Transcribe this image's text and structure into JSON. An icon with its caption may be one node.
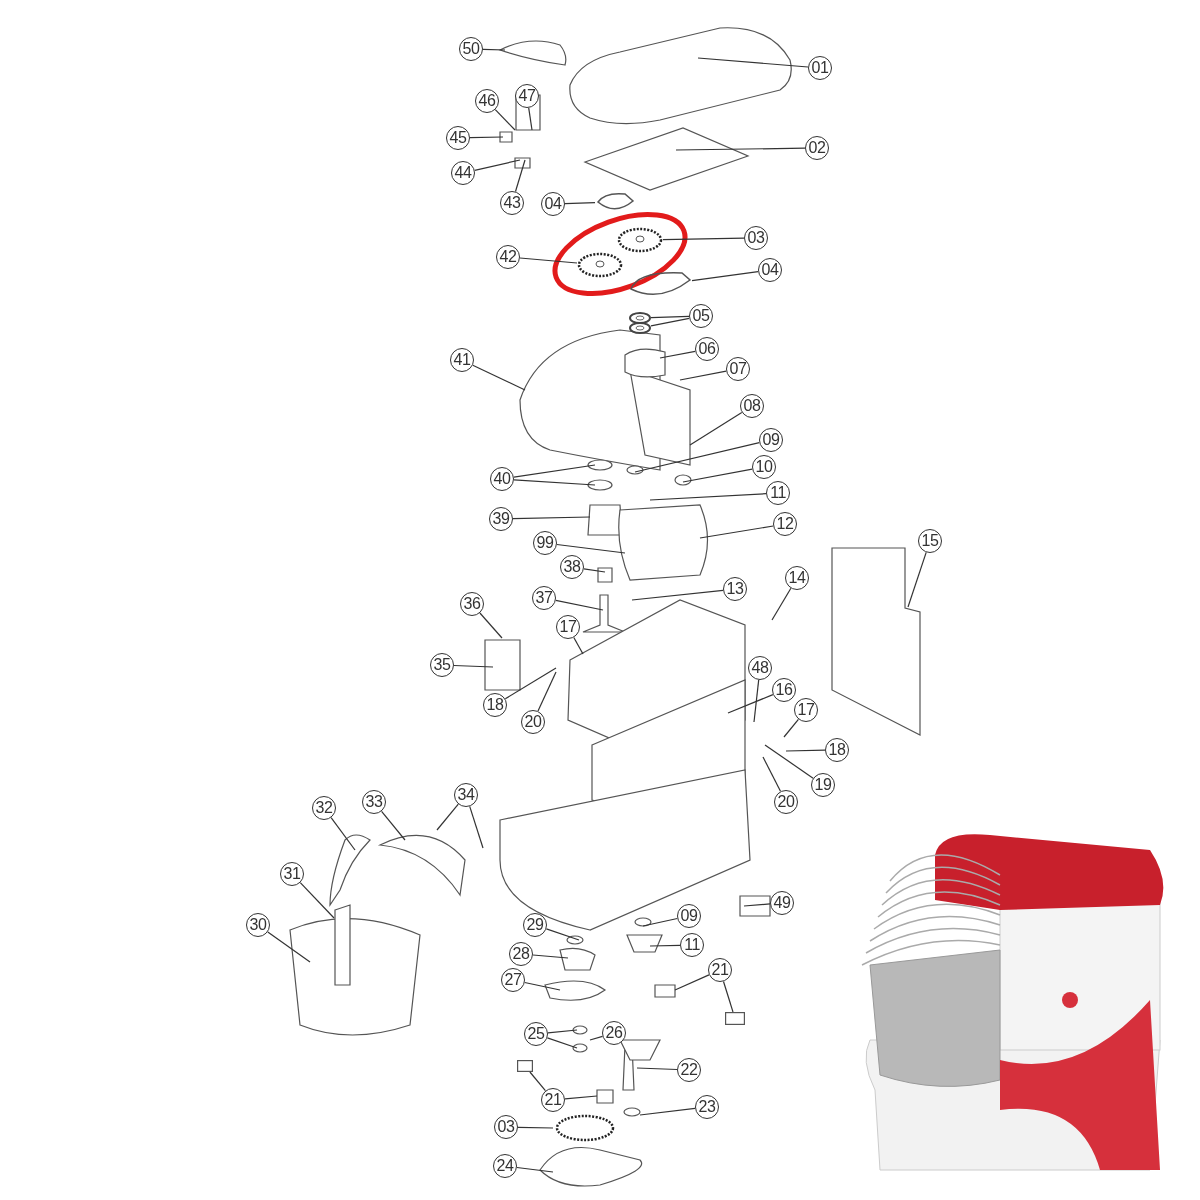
{
  "diagram": {
    "nodes": [
      {
        "text": [
          "50"
        ]
      },
      {
        "text": [
          "01"
        ]
      },
      {
        "text": [
          "47"
        ]
      },
      {
        "text": [
          "46"
        ]
      },
      {
        "text": [
          "45"
        ]
      },
      {
        "text": [
          "02"
        ]
      },
      {
        "text": [
          "44"
        ]
      },
      {
        "text": [
          "43"
        ]
      },
      {
        "text": [
          "04"
        ]
      },
      {
        "text": [
          "03"
        ]
      },
      {
        "text": [
          "42"
        ]
      },
      {
        "text": [
          "04"
        ]
      },
      {
        "text": [
          "05"
        ]
      },
      {
        "text": [
          "06"
        ]
      },
      {
        "text": [
          "41"
        ]
      },
      {
        "text": [
          "07"
        ]
      },
      {
        "text": [
          "08"
        ]
      },
      {
        "text": [
          "09"
        ]
      },
      {
        "text": [
          "10"
        ]
      },
      {
        "text": [
          "40"
        ]
      },
      {
        "text": [
          "11"
        ]
      },
      {
        "text": [
          "39"
        ]
      },
      {
        "text": [
          "12"
        ]
      },
      {
        "text": [
          "15"
        ]
      },
      {
        "text": [
          "99"
        ]
      },
      {
        "text": [
          "38"
        ]
      },
      {
        "text": [
          "14"
        ]
      },
      {
        "text": [
          "13"
        ]
      },
      {
        "text": [
          "37"
        ]
      },
      {
        "text": [
          "36"
        ]
      },
      {
        "text": [
          "17"
        ]
      },
      {
        "text": [
          "35"
        ]
      },
      {
        "text": [
          "48"
        ]
      },
      {
        "text": [
          "16"
        ]
      },
      {
        "text": [
          "18"
        ]
      },
      {
        "text": [
          "17"
        ]
      },
      {
        "text": [
          "20"
        ]
      },
      {
        "text": [
          "18"
        ]
      },
      {
        "text": [
          "19"
        ]
      },
      {
        "text": [
          "34"
        ]
      },
      {
        "text": [
          "20"
        ]
      },
      {
        "text": [
          "33"
        ]
      },
      {
        "text": [
          "32"
        ]
      },
      {
        "text": [
          "31"
        ]
      },
      {
        "text": [
          "49"
        ]
      },
      {
        "text": [
          "09"
        ]
      },
      {
        "text": [
          "29"
        ]
      },
      {
        "text": [
          "30"
        ]
      },
      {
        "text": [
          "11"
        ]
      },
      {
        "text": [
          "28"
        ]
      },
      {
        "text": [
          "21"
        ]
      },
      {
        "text": [
          "27"
        ]
      },
      {
        "text": [
          "26"
        ]
      },
      {
        "text": [
          "25"
        ]
      },
      {
        "text": [
          "22"
        ]
      },
      {
        "text": [
          "21"
        ]
      },
      {
        "text": [
          "23"
        ]
      },
      {
        "text": [
          "03"
        ]
      },
      {
        "text": [
          "24"
        ]
      },
      {
        "text": [],
        "shape": "picture"
      },
      {
        "text": [],
        "shape": "picture"
      },
      {
        "text": [],
        "shape": "picture"
      },
      {
        "text": [],
        "shape": "box"
      },
      {
        "text": [],
        "shape": "box"
      },
      {
        "text": [],
        "shape": "picture"
      },
      {
        "text": [],
        "shape": "picture"
      },
      {
        "text": [],
        "shape": "picture"
      }
    ],
    "edges": [
      {
        "from": 0,
        "to": null,
        "arrow": "none"
      },
      {
        "from": 1,
        "to": null,
        "arrow": "none"
      },
      {
        "from": 2,
        "to": null,
        "arrow": "none"
      },
      {
        "from": 3,
        "to": null,
        "arrow": "none"
      },
      {
        "from": 4,
        "to": null,
        "arrow": "none"
      },
      {
        "from": 5,
        "to": null,
        "arrow": "none"
      },
      {
        "from": 6,
        "to": null,
        "arrow": "none"
      },
      {
        "from": 7,
        "to": null,
        "arrow": "none"
      },
      {
        "from": 8,
        "to": 64,
        "arrow": "none"
      },
      {
        "from": 9,
        "to": 59,
        "arrow": "none"
      },
      {
        "from": 10,
        "to": 60,
        "arrow": "none"
      },
      {
        "from": 11,
        "to": 61,
        "arrow": "none"
      },
      {
        "from": 12,
        "to": 65,
        "arrow": "none"
      },
      {
        "from": 12,
        "to": 66,
        "arrow": "none"
      },
      {
        "from": 13,
        "to": null,
        "arrow": "none"
      },
      {
        "from": 14,
        "to": null,
        "arrow": "none"
      },
      {
        "from": 15,
        "to": null,
        "arrow": "none"
      },
      {
        "from": 16,
        "to": null,
        "arrow": "none"
      },
      {
        "from": 17,
        "to": null,
        "arrow": "none"
      },
      {
        "from": 18,
        "to": null,
        "arrow": "none"
      },
      {
        "from": 19,
        "to": null,
        "arrow": "none"
      },
      {
        "from": 19,
        "to": null,
        "arrow": "none"
      },
      {
        "from": 20,
        "to": null,
        "arrow": "none"
      },
      {
        "from": 21,
        "to": null,
        "arrow": "none"
      },
      {
        "from": 22,
        "to": null,
        "arrow": "none"
      },
      {
        "from": 23,
        "to": null,
        "arrow": "none"
      },
      {
        "from": 24,
        "to": null,
        "arrow": "none"
      },
      {
        "from": 25,
        "to": null,
        "arrow": "none"
      },
      {
        "from": 26,
        "to": null,
        "arrow": "none"
      },
      {
        "from": 27,
        "to": null,
        "arrow": "none"
      },
      {
        "from": 28,
        "to": null,
        "arrow": "none"
      },
      {
        "from": 29,
        "to": null,
        "arrow": "none"
      },
      {
        "from": 30,
        "to": null,
        "arrow": "none"
      },
      {
        "from": 31,
        "to": null,
        "arrow": "none"
      },
      {
        "from": 32,
        "to": null,
        "arrow": "none"
      },
      {
        "from": 33,
        "to": null,
        "arrow": "none"
      },
      {
        "from": 34,
        "to": null,
        "arrow": "none"
      },
      {
        "from": 35,
        "to": null,
        "arrow": "none"
      },
      {
        "from": 36,
        "to": null,
        "arrow": "none"
      },
      {
        "from": 37,
        "to": null,
        "arrow": "none"
      },
      {
        "from": 38,
        "to": null,
        "arrow": "none"
      },
      {
        "from": 39,
        "to": null,
        "arrow": "none"
      },
      {
        "from": 39,
        "to": null,
        "arrow": "none"
      },
      {
        "from": 40,
        "to": null,
        "arrow": "none"
      },
      {
        "from": 41,
        "to": null,
        "arrow": "none"
      },
      {
        "from": 42,
        "to": null,
        "arrow": "none"
      },
      {
        "from": 43,
        "to": null,
        "arrow": "none"
      },
      {
        "from": 44,
        "to": null,
        "arrow": "none"
      },
      {
        "from": 45,
        "to": null,
        "arrow": "none"
      },
      {
        "from": 46,
        "to": null,
        "arrow": "none"
      },
      {
        "from": 47,
        "to": null,
        "arrow": "none"
      },
      {
        "from": 48,
        "to": null,
        "arrow": "none"
      },
      {
        "from": 49,
        "to": null,
        "arrow": "none"
      },
      {
        "from": 50,
        "to": null,
        "arrow": "none"
      },
      {
        "from": 50,
        "to": 62,
        "arrow": "none"
      },
      {
        "from": 51,
        "to": null,
        "arrow": "none"
      },
      {
        "from": 52,
        "to": null,
        "arrow": "none"
      },
      {
        "from": 53,
        "to": null,
        "arrow": "none"
      },
      {
        "from": 53,
        "to": null,
        "arrow": "none"
      },
      {
        "from": 54,
        "to": null,
        "arrow": "none"
      },
      {
        "from": 55,
        "to": 63,
        "arrow": "none"
      },
      {
        "from": 55,
        "to": null,
        "arrow": "none"
      },
      {
        "from": 56,
        "to": null,
        "arrow": "none"
      },
      {
        "from": 57,
        "to": null,
        "arrow": "none"
      },
      {
        "from": 58,
        "to": null,
        "arrow": "none"
      }
    ]
  }
}
